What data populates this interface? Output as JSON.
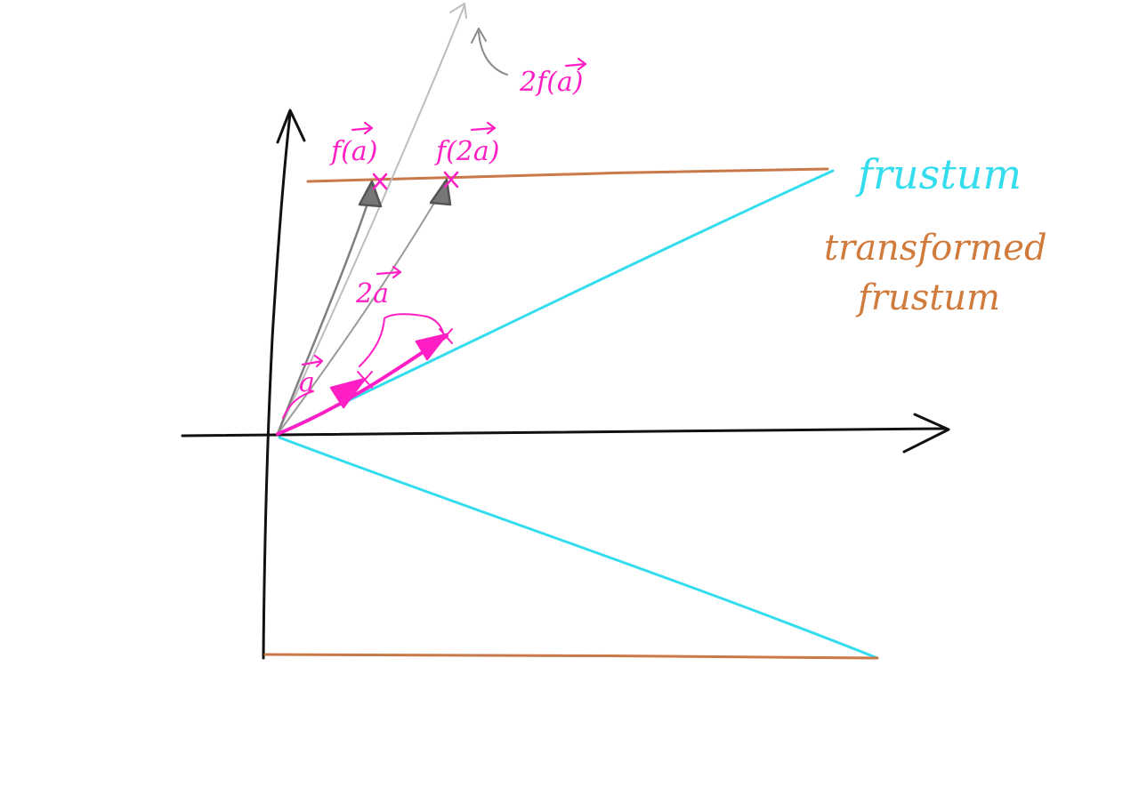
{
  "labels": {
    "a": "a",
    "two_a": "2a",
    "f_a": "f(a)",
    "f_two_a": "f(2a)",
    "two_f_a": "2f(a)",
    "frustum": "frustum",
    "transformed_line1": "transformed",
    "transformed_line2": "frustum"
  },
  "colors": {
    "axes": "#111111",
    "frustum": "#33ddee",
    "transformed_frustum": "#c9784a",
    "vector": "#ff1fc4",
    "projection": "#8a8a8a",
    "extension": "#bdbdbd"
  }
}
